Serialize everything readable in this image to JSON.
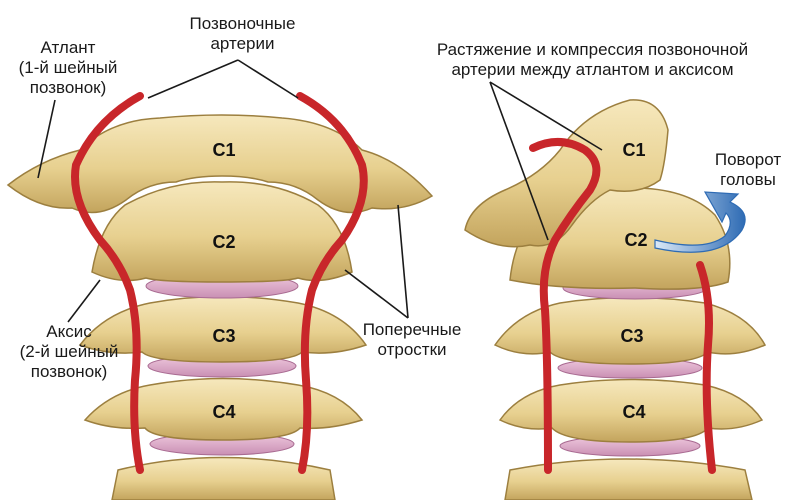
{
  "labels": {
    "vertebral_arteries": "Позвоночные артерии",
    "atlas": [
      "Атлант",
      "(1-й шейный",
      "позвонок)"
    ],
    "axis": [
      "Аксис",
      "(2-й шейный",
      "позвонок)"
    ],
    "transverse_processes": [
      "Поперечные",
      "отростки"
    ],
    "stretch_compression": [
      "Растяжение и компрессия позвоночной",
      "артерии между атлантом и аксисом"
    ],
    "head_rotation": [
      "Поворот",
      "головы"
    ]
  },
  "vertebrae": {
    "front": [
      "C1",
      "C2",
      "C3",
      "C4"
    ],
    "side": [
      "C1",
      "C2",
      "C3",
      "C4"
    ]
  },
  "colors": {
    "bone": "#ecd9a0",
    "bone_shadow": "#b79a52",
    "artery": "#c8262a",
    "disc": "#d9a9c6",
    "arrow": "#2e6bb4"
  }
}
